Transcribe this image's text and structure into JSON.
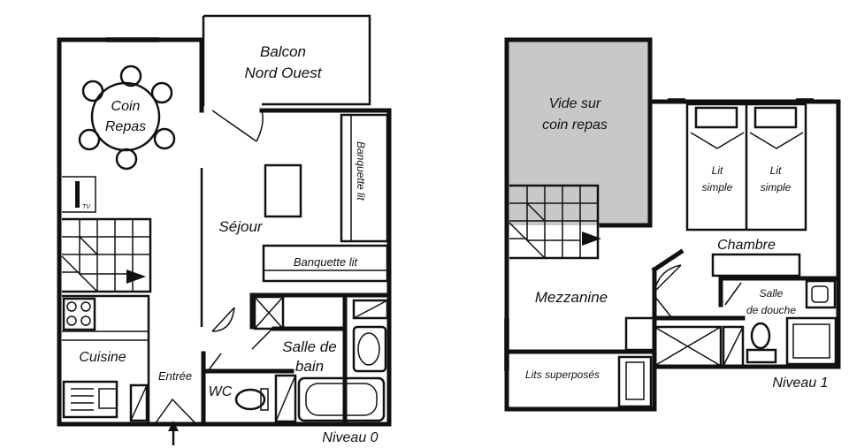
{
  "level0": {
    "title": "Niveau 0",
    "rooms": {
      "balcon_line1": "Balcon",
      "balcon_line2": "Nord Ouest",
      "coin_repas_line1": "Coin",
      "coin_repas_line2": "Repas",
      "tv": "TV",
      "sejour": "Séjour",
      "banquette_vertical": "Banquette lit",
      "banquette_horizontal": "Banquette lit",
      "cuisine": "Cuisine",
      "entree": "Entrée",
      "wc": "WC",
      "salle_de_bain_line1": "Salle de",
      "salle_de_bain_line2": "bain"
    }
  },
  "level1": {
    "title": "Niveau 1",
    "rooms": {
      "vide_line1": "Vide sur",
      "vide_line2": "coin repas",
      "lit1_line1": "Lit",
      "lit1_line2": "simple",
      "lit2_line1": "Lit",
      "lit2_line2": "simple",
      "chambre": "Chambre",
      "mezzanine": "Mezzanine",
      "lits_superposes": "Lits superposés",
      "salle_douche_line1": "Salle",
      "salle_douche_line2": "de douche"
    }
  },
  "colors": {
    "walls": "#111111",
    "void_fill": "#c8c8c8",
    "background": "#ffffff"
  }
}
